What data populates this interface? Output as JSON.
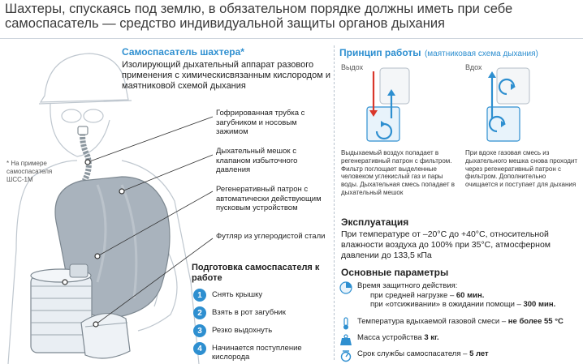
{
  "headline": "Шахтеры, спускаясь под землю, в обязательном порядке должны иметь при себе самоспасатель — средство индивидуальной защиты органов дыхания",
  "note": "* На примере самоспасателя ШСС-1М",
  "left_panel": {
    "title": "Самоспасатель шахтера*",
    "description": "Изолирующий дыхательный аппарат разового применения с химическисвязанным кислородом и маятниковой схемой дыхания",
    "parts": [
      "Гофрированная трубка с загубником и носовым зажимом",
      "Дыхательный мешок с клапаном избыточного давления",
      "Регенеративный патрон с автоматически действующим пусковым устройством",
      "Футляр из углеродистой стали"
    ],
    "prep_title": "Подготовка самоспасателя к работе",
    "steps": [
      {
        "num": "1",
        "text": "Снять крышку"
      },
      {
        "num": "2",
        "text": "Взять в рот загубник"
      },
      {
        "num": "3",
        "text": "Резко выдохнуть"
      },
      {
        "num": "4",
        "text": "Начинается поступление кислорода"
      }
    ]
  },
  "principle": {
    "title": "Принцип работы",
    "subtitle": "(маятниковая схема дыхания)",
    "exhale_label": "Выдох",
    "inhale_label": "Вдох",
    "exhale_text": "Выдыхаемый воздух попадает в регенеративный патрон с фильтром. Фильтр поглощает выделенные человеком углекислый газ и пары воды. Дыхательная смесь попадает в дыхательный мешок",
    "inhale_text": "При вдохе газовая смесь из дыхательного мешка снова проходит через регенеративный патрон с фильтром. Дополнительно очищается и поступает для дыхания"
  },
  "usage": {
    "title": "Эксплуатация",
    "text": "При температуре от –20°С до +40°С, относительной влажности воздуха до 100% при 35°С, атмосферном давлении до 133,5 кПа"
  },
  "params": {
    "title": "Основные параметры",
    "time_label": "Время защитного действия:",
    "time_line1": "при средней нагрузке – ",
    "time_line1_bold": "60 мин.",
    "time_line2": "при «отсиживании» в ожидании помощи – ",
    "time_line2_bold": "300 мин.",
    "temp_text": "Температура вдыхаемой газовой смеси – ",
    "temp_bold": "не более 55 °С",
    "mass_text": "Масса устройства ",
    "mass_bold": "3 кг.",
    "life_text": "Срок службы самоспасателя – ",
    "life_bold": "5 лет"
  },
  "colors": {
    "accent": "#2e8fd0",
    "red_arrow": "#d9372b",
    "bag": "#a9b3bd"
  },
  "icons": [
    "stopwatch-icon",
    "thermometer-icon",
    "weight-icon",
    "lifetime-icon"
  ]
}
